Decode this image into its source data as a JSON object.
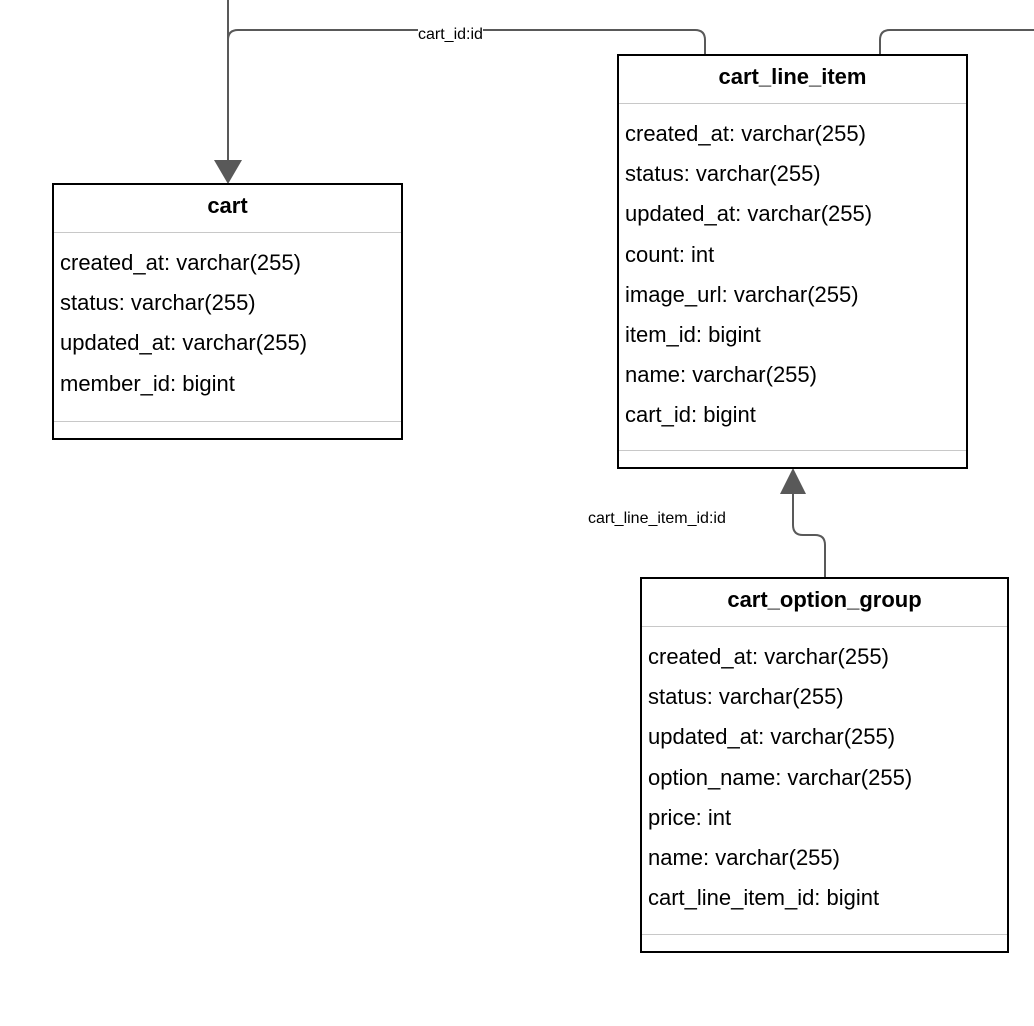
{
  "entities": {
    "cart": {
      "name": "cart",
      "fields": [
        "created_at: varchar(255)",
        "status: varchar(255)",
        "updated_at: varchar(255)",
        "member_id: bigint"
      ]
    },
    "cart_line_item": {
      "name": "cart_line_item",
      "fields": [
        "created_at: varchar(255)",
        "status: varchar(255)",
        "updated_at: varchar(255)",
        "count: int",
        "image_url: varchar(255)",
        "item_id: bigint",
        "name: varchar(255)",
        "cart_id: bigint"
      ]
    },
    "cart_option_group": {
      "name": "cart_option_group",
      "fields": [
        "created_at: varchar(255)",
        "status: varchar(255)",
        "updated_at: varchar(255)",
        "option_name: varchar(255)",
        "price: int",
        "name: varchar(255)",
        "cart_line_item_id: bigint"
      ]
    }
  },
  "relationships": [
    {
      "label": "cart_id:id",
      "from": "cart_line_item",
      "to": "cart"
    },
    {
      "label": "cart_line_item_id:id",
      "from": "cart_option_group",
      "to": "cart_line_item"
    }
  ],
  "colors": {
    "connector": "#595959",
    "border": "#000000",
    "separator": "#c8c8c8"
  }
}
